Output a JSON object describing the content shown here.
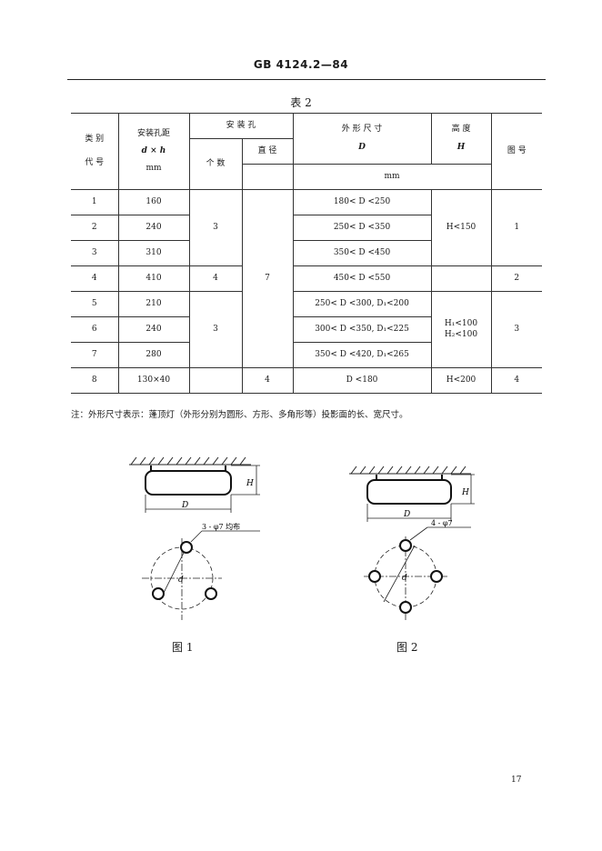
{
  "header": {
    "standard_code": "GB  4124.2—84"
  },
  "table": {
    "title": "表 2",
    "header": {
      "category_l1": "类  别",
      "category_l2": "代  号",
      "spacing_l1": "安装孔距",
      "spacing_l2": "d × h",
      "spacing_l3": "mm",
      "holes": "安  装  孔",
      "hole_count": "个  数",
      "hole_dia": "直  径",
      "outer_l1": "外  形  尺  寸",
      "outer_l2": "D",
      "height_l1": "高      度",
      "height_l2": "H",
      "unit_mm": "mm",
      "figure_no": "图    号"
    },
    "rows": [
      {
        "code": "1",
        "spacing": "160",
        "outer": "180< D <250"
      },
      {
        "code": "2",
        "spacing": "240",
        "outer": "250< D <350"
      },
      {
        "code": "3",
        "spacing": "310",
        "outer": "350< D <450"
      },
      {
        "code": "4",
        "spacing": "410",
        "outer": "450< D <550"
      },
      {
        "code": "5",
        "spacing": "210",
        "outer": "250< D <300,  D₁<200"
      },
      {
        "code": "6",
        "spacing": "240",
        "outer": "300< D <350,  D₁<225"
      },
      {
        "code": "7",
        "spacing": "280",
        "outer": "350< D <420,  D₁<265"
      },
      {
        "code": "8",
        "spacing": "130×40",
        "outer": "D <180"
      }
    ],
    "merged": {
      "count_a": "3",
      "count_b": "4",
      "count_c": "3",
      "count_d": "4",
      "diameter": "7",
      "height_a_l1": "H<150",
      "height_b_l1": "H₁<100",
      "height_b_l2": "H₂<100",
      "height_c": "H<200",
      "fig_a": "1",
      "fig_b": "2",
      "fig_c": "3",
      "fig_d": "4"
    }
  },
  "note": "注：外形尺寸表示：蓬顶灯（外形分别为圆形、方形、多角形等）投影面的长、宽尺寸。",
  "figures": [
    {
      "caption": "图 1",
      "label_H": "H",
      "label_D": "D",
      "label_d": "d",
      "hole_callout": "3 - φ7 均布"
    },
    {
      "caption": "图 2",
      "label_H": "H",
      "label_D": "D",
      "label_d": "d",
      "hole_callout": "4 - φ7"
    }
  ],
  "page_number": "17"
}
